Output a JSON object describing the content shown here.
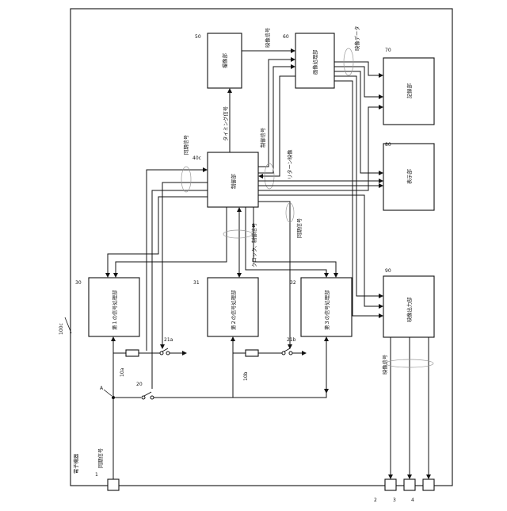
{
  "device": {
    "label": "電子機器",
    "ref": "100c"
  },
  "terminals": {
    "t1": "1",
    "t2": "2",
    "t3": "3",
    "t4": "4"
  },
  "blocks": {
    "capture": {
      "label": "撮像部",
      "ref": "50"
    },
    "image_proc": {
      "label": "画像処理部",
      "ref": "60"
    },
    "recorder": {
      "label": "記録部",
      "ref": "70"
    },
    "display": {
      "label": "表示部",
      "ref": "80"
    },
    "video_out": {
      "label": "映像出力部",
      "ref": "90"
    },
    "controller": {
      "label": "制御部",
      "ref": "40c"
    },
    "sig1": {
      "label": "第１の信号処理部",
      "ref": "30"
    },
    "sig2": {
      "label": "第２の信号処理部",
      "ref": "31"
    },
    "sig3": {
      "label": "第３の信号処理部",
      "ref": "32"
    }
  },
  "components": {
    "res_a": "10a",
    "res_b": "10b",
    "sw_20": "20",
    "sw_21a": "21a",
    "sw_21b": "21b",
    "node_a": "A"
  },
  "signals": {
    "video_signal_top": "映像信号",
    "video_data": "映像データ",
    "timing_signal": "タイミング信号",
    "control_signal": "制御信号",
    "return_video": "リターン映像",
    "sync_signal_left": "同期信号",
    "sync_signal_right": "同期信号",
    "clock_control": "クロック、制御信号",
    "sync_signal_input": "同期信号",
    "video_signal_out": "映像信号"
  }
}
